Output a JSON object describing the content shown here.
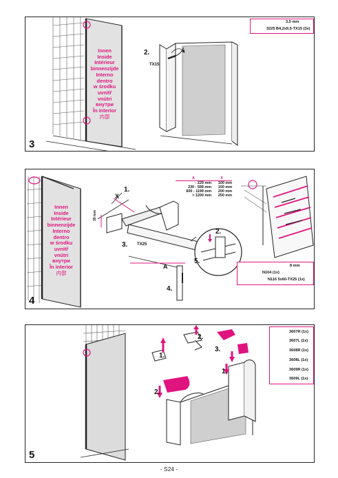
{
  "inside_words": [
    "Innen",
    "Inside",
    "Intérieur",
    "binnenzijde",
    "Interno",
    "dentro",
    "w środku",
    "uvnitř",
    "vnútri",
    "внутри",
    "În interior",
    "内部"
  ],
  "step3": {
    "number": "3",
    "callouts": {
      "c2": "2.",
      "tool": "TX15"
    },
    "parts": {
      "drill": "3,5 mm",
      "screw": "3225 B4,2x9,5-TX15 (3x)"
    }
  },
  "step4": {
    "number": "4",
    "callouts": {
      "c1": "1.",
      "c2": "2.",
      "c3": "3.",
      "c4": "4.",
      "c5": "5.",
      "x": "X",
      "a": "A",
      "tool": "TX25",
      "dim": "30 mm"
    },
    "table": {
      "header": [
        "A",
        "X"
      ],
      "rows": [
        [
          "- 229 mm",
          "100 mm"
        ],
        [
          "230 - 599 mm",
          "150 mm"
        ],
        [
          "600 - 1199 mm",
          "200 mm"
        ],
        [
          "> 1200 mm",
          "250 mm"
        ]
      ]
    },
    "parts": {
      "drill": "8 mm",
      "plug": "N104 (1x)",
      "screw": "N116 5x60-TX25 (1x)"
    }
  },
  "step5": {
    "number": "5",
    "callouts": {
      "c1a": "1.",
      "c2a": "2.",
      "c3": "3.",
      "c1b": "1.",
      "c2b": "2."
    },
    "parts": [
      "3607R (1x)",
      "3607L (1x)",
      "3608R (1x)",
      "3608L (1x)",
      "3609R (1x)",
      "3609L (1x)"
    ]
  },
  "footer": "- S24 -",
  "colors": {
    "accent": "#e0147f",
    "line": "#222222",
    "glass": "#d8d8d8"
  }
}
